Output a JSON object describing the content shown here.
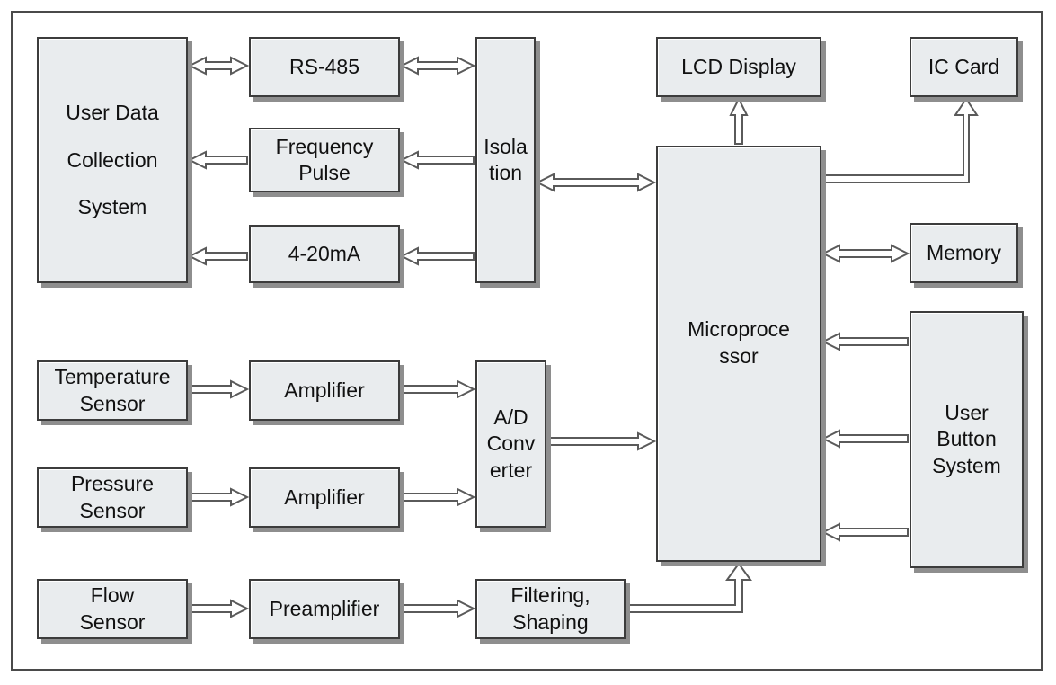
{
  "diagram": {
    "blocks": {
      "user_data": "User Data\nCollection\nSystem",
      "rs485": "RS-485",
      "freq_pulse": "Frequency\nPulse",
      "current_loop": "4-20mA",
      "isolation": "Isola\ntion",
      "lcd": "LCD Display",
      "ic_card": "IC Card",
      "microprocessor": "Microproce\nssor",
      "memory": "Memory",
      "user_button": "User\nButton\nSystem",
      "temp_sensor": "Temperature\nSensor",
      "amp1": "Amplifier",
      "pressure_sensor": "Pressure\nSensor",
      "amp2": "Amplifier",
      "adc": "A/D\nConv\nerter",
      "flow_sensor": "Flow\nSensor",
      "preamp": "Preamplifier",
      "filtering": "Filtering,\nShaping"
    },
    "colors": {
      "block_fill": "#e9ecee",
      "block_border": "#3c3c3c",
      "block_shadow": "#8e8e8e",
      "arrow_stroke": "#5a5a5a",
      "arrow_fill": "#ffffff"
    }
  }
}
